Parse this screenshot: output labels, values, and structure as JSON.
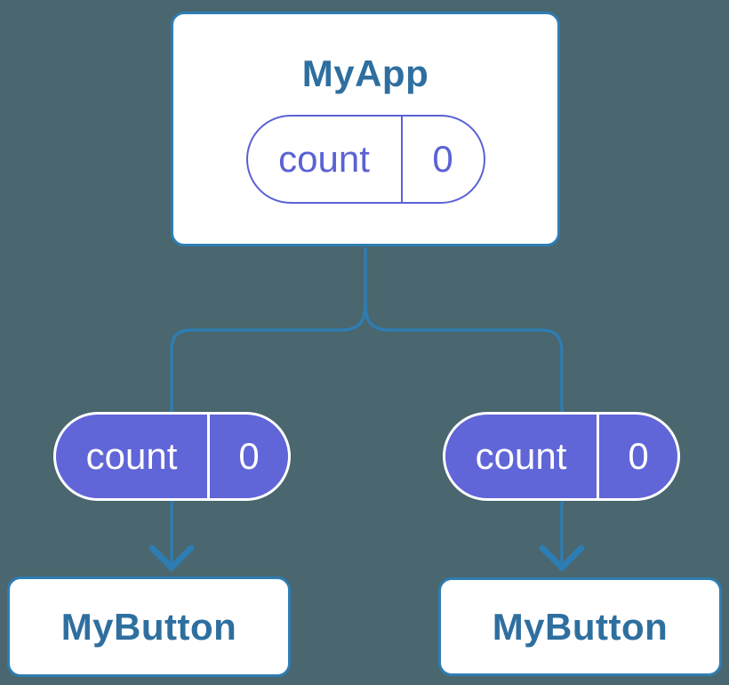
{
  "canvas": {
    "background": "#4A666E"
  },
  "colors": {
    "connector": "#2E7DB2",
    "card_border": "#2E7DB2",
    "card_background": "#FFFFFF",
    "heading_text": "#2E6F9F",
    "pill_fill": "#6065D8",
    "pill_outline": "#5A62D4",
    "pill_text_light": "#FFFFFF"
  },
  "tree": {
    "root": {
      "title": "MyApp",
      "state_pill": {
        "label": "count",
        "value": "0",
        "variant": "outline"
      }
    },
    "children": [
      {
        "title": "MyButton",
        "pill": {
          "label": "count",
          "value": "0",
          "variant": "solid"
        }
      },
      {
        "title": "MyButton",
        "pill": {
          "label": "count",
          "value": "0",
          "variant": "solid"
        }
      }
    ]
  }
}
